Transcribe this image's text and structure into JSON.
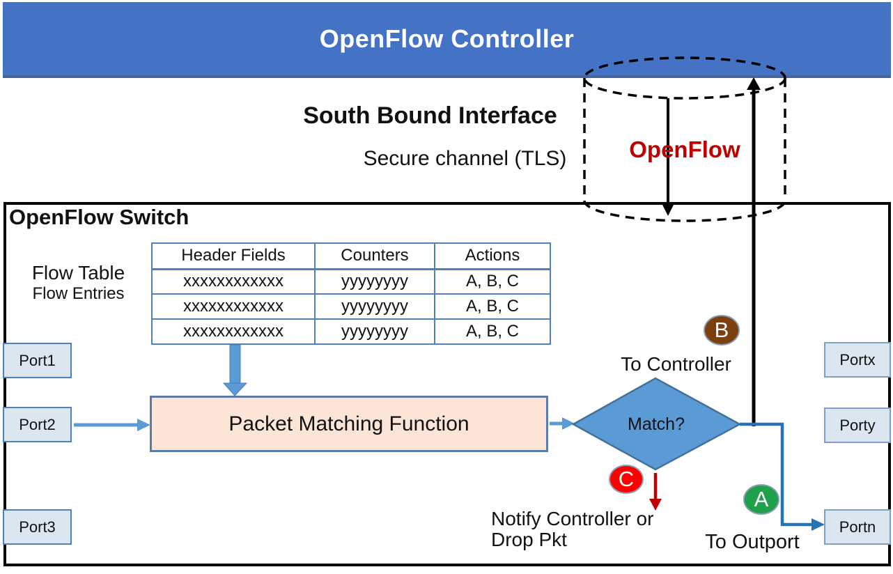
{
  "banner": {
    "title": "OpenFlow Controller"
  },
  "interface": {
    "title": "South Bound Interface",
    "subtitle": "Secure channel (TLS)"
  },
  "cylinder": {
    "label": "OpenFlow"
  },
  "switch": {
    "title": "OpenFlow Switch"
  },
  "flow_table": {
    "caption": [
      "Flow Table",
      "Flow Entries"
    ],
    "headers": [
      "Header Fields",
      "Counters",
      "Actions"
    ],
    "rows": [
      [
        "xxxxxxxxxxxx",
        "yyyyyyyy",
        "A, B, C"
      ],
      [
        "xxxxxxxxxxxx",
        "yyyyyyyy",
        "A, B, C"
      ],
      [
        "xxxxxxxxxxxx",
        "yyyyyyyy",
        "A, B, C"
      ]
    ]
  },
  "pmf": {
    "label": "Packet Matching Function"
  },
  "decision": {
    "label": "Match?"
  },
  "markers": {
    "a": "A",
    "b": "B",
    "c": "C"
  },
  "annotations": {
    "to_controller": "To Controller",
    "notify_line1": "Notify Controller or",
    "notify_line2": "Drop Pkt",
    "to_outport": "To Outport"
  },
  "ports": {
    "left": [
      "Port1",
      "Port2",
      "Port3"
    ],
    "right": [
      "Portx",
      "Porty",
      "Portn"
    ]
  },
  "colors": {
    "banner_blue": "#4472C4",
    "openflow_red": "#C00000",
    "diamond_blue": "#5B9BD5",
    "diamond_border": "#41719C",
    "pmf_fill": "#FBE5D6",
    "pmf_border": "#5B7CA6",
    "port_fill": "#DCE6F1",
    "port_border": "#4F81BD",
    "table_border": "#4F81BD",
    "arrow_blue": "#5B9BD5",
    "route_blue": "#2474B5",
    "marker_a_green": "#1FA04A",
    "marker_b_brown": "#7B3F10",
    "marker_c_red": "#FF0000",
    "red_arrow": "#C00000"
  }
}
